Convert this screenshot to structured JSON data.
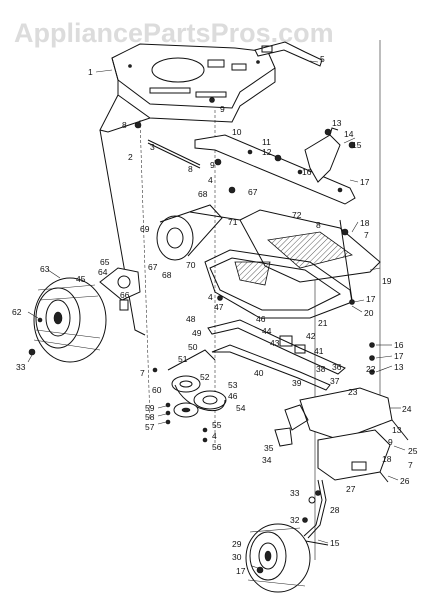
{
  "watermark": "AppliancePartsPros.com",
  "labels": [
    {
      "id": "l1",
      "text": "1"
    },
    {
      "id": "l5",
      "text": "5"
    },
    {
      "id": "l8a",
      "text": "8"
    },
    {
      "id": "l9a",
      "text": "9"
    },
    {
      "id": "l2",
      "text": "2"
    },
    {
      "id": "l3",
      "text": "3"
    },
    {
      "id": "l8b",
      "text": "8"
    },
    {
      "id": "l9b",
      "text": "9"
    },
    {
      "id": "l10",
      "text": "10"
    },
    {
      "id": "l11",
      "text": "11"
    },
    {
      "id": "l12",
      "text": "12"
    },
    {
      "id": "l13a",
      "text": "13"
    },
    {
      "id": "l14",
      "text": "14"
    },
    {
      "id": "l15",
      "text": "15"
    },
    {
      "id": "l16a",
      "text": "16"
    },
    {
      "id": "l17a",
      "text": "17"
    },
    {
      "id": "l4a",
      "text": "4"
    },
    {
      "id": "l68a",
      "text": "68"
    },
    {
      "id": "l67a",
      "text": "67"
    },
    {
      "id": "l71",
      "text": "71"
    },
    {
      "id": "l72",
      "text": "72"
    },
    {
      "id": "l8c",
      "text": "8"
    },
    {
      "id": "l18",
      "text": "18"
    },
    {
      "id": "l7a",
      "text": "7"
    },
    {
      "id": "l69",
      "text": "69"
    },
    {
      "id": "l70",
      "text": "70"
    },
    {
      "id": "l67b",
      "text": "67"
    },
    {
      "id": "l68b",
      "text": "68"
    },
    {
      "id": "l65",
      "text": "65"
    },
    {
      "id": "l64",
      "text": "64"
    },
    {
      "id": "l66",
      "text": "66"
    },
    {
      "id": "l45",
      "text": "45"
    },
    {
      "id": "l63",
      "text": "63"
    },
    {
      "id": "l62",
      "text": "62"
    },
    {
      "id": "l33a",
      "text": "33"
    },
    {
      "id": "l19",
      "text": "19"
    },
    {
      "id": "l17b",
      "text": "17"
    },
    {
      "id": "l20",
      "text": "20"
    },
    {
      "id": "l4b",
      "text": "4"
    },
    {
      "id": "l47",
      "text": "47"
    },
    {
      "id": "l48",
      "text": "48"
    },
    {
      "id": "l46",
      "text": "46"
    },
    {
      "id": "l49",
      "text": "49"
    },
    {
      "id": "l44",
      "text": "44"
    },
    {
      "id": "l21",
      "text": "21"
    },
    {
      "id": "l42",
      "text": "42"
    },
    {
      "id": "l43",
      "text": "43"
    },
    {
      "id": "l41",
      "text": "41"
    },
    {
      "id": "l50",
      "text": "50"
    },
    {
      "id": "l7b",
      "text": "7"
    },
    {
      "id": "l51",
      "text": "51"
    },
    {
      "id": "l40",
      "text": "40"
    },
    {
      "id": "l38",
      "text": "38"
    },
    {
      "id": "l39",
      "text": "39"
    },
    {
      "id": "l36",
      "text": "36"
    },
    {
      "id": "l37",
      "text": "37"
    },
    {
      "id": "l22",
      "text": "22"
    },
    {
      "id": "l16b",
      "text": "16"
    },
    {
      "id": "l17c",
      "text": "17"
    },
    {
      "id": "l13b",
      "text": "13"
    },
    {
      "id": "l23",
      "text": "23"
    },
    {
      "id": "l24",
      "text": "24"
    },
    {
      "id": "l13c",
      "text": "13"
    },
    {
      "id": "l9c",
      "text": "9"
    },
    {
      "id": "l25",
      "text": "25"
    },
    {
      "id": "l60",
      "text": "60"
    },
    {
      "id": "l52",
      "text": "52"
    },
    {
      "id": "l53",
      "text": "53"
    },
    {
      "id": "l46b",
      "text": "46"
    },
    {
      "id": "l54",
      "text": "54"
    },
    {
      "id": "l59",
      "text": "59"
    },
    {
      "id": "l58",
      "text": "58"
    },
    {
      "id": "l57",
      "text": "57"
    },
    {
      "id": "l55",
      "text": "55"
    },
    {
      "id": "l4c",
      "text": "4"
    },
    {
      "id": "l56",
      "text": "56"
    },
    {
      "id": "l35",
      "text": "35"
    },
    {
      "id": "l34",
      "text": "34"
    },
    {
      "id": "l18b",
      "text": "18"
    },
    {
      "id": "l7c",
      "text": "7"
    },
    {
      "id": "l26",
      "text": "26"
    },
    {
      "id": "l27",
      "text": "27"
    },
    {
      "id": "l33b",
      "text": "33"
    },
    {
      "id": "l28",
      "text": "28"
    },
    {
      "id": "l32",
      "text": "32"
    },
    {
      "id": "l29",
      "text": "29"
    },
    {
      "id": "l15b",
      "text": "15"
    },
    {
      "id": "l30",
      "text": "30"
    },
    {
      "id": "l17d",
      "text": "17"
    }
  ]
}
